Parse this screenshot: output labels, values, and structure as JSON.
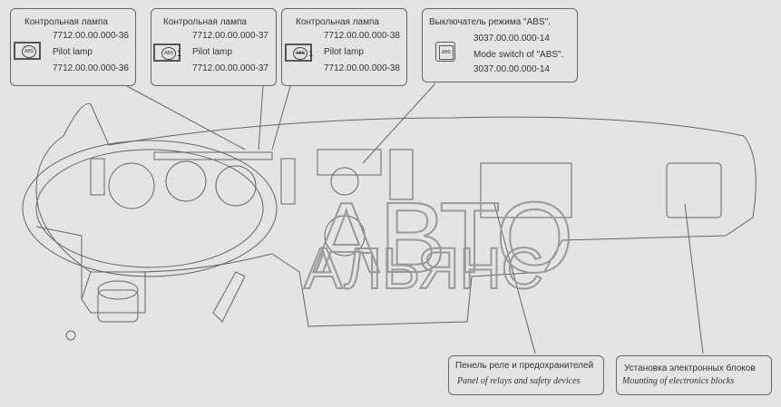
{
  "callouts": [
    {
      "title_ru": "Контрольная лампа",
      "part_no": "7712.00.00.000-36",
      "title_en": "Pilot lamp",
      "part_no_en": "7712.00.00.000-36",
      "icon": "abs-lamp-icon",
      "icon_text": "ABS",
      "suffix": ""
    },
    {
      "title_ru": "Контрольная лампа",
      "part_no": "7712.00.00.000-37",
      "title_en": "Pilot lamp",
      "part_no_en": "7712.00.00.000-37",
      "icon": "abs-lamp-icon",
      "icon_text": "ABS",
      "suffix": "1"
    },
    {
      "title_ru": "Контрольная лампа",
      "part_no": "7712.00.00.000-38",
      "title_en": "Pilot lamp",
      "part_no_en": "7712.00.00.000-38",
      "icon": "abs-lamp-crossed-icon",
      "icon_text": "ABS",
      "suffix": "1"
    }
  ],
  "switch_callout": {
    "title_ru": "Выключатель режима  \"ABS\".",
    "part_no": "3037.00.00.000-14",
    "title_en": "Mode switch of  \"ABS\".",
    "part_no_en": "3037.00.00.000-14",
    "icon_text": "ABS"
  },
  "bottom_callouts": [
    {
      "title_ru": "Пенель реле и предохранителей",
      "title_en": "Panel of relays and safety devices"
    },
    {
      "title_ru": "Установка электронных блоков",
      "title_en": "Mounting of electronics blocks"
    }
  ],
  "watermark": {
    "line1": "АВТО",
    "line2": "АЛЬЯНС"
  }
}
